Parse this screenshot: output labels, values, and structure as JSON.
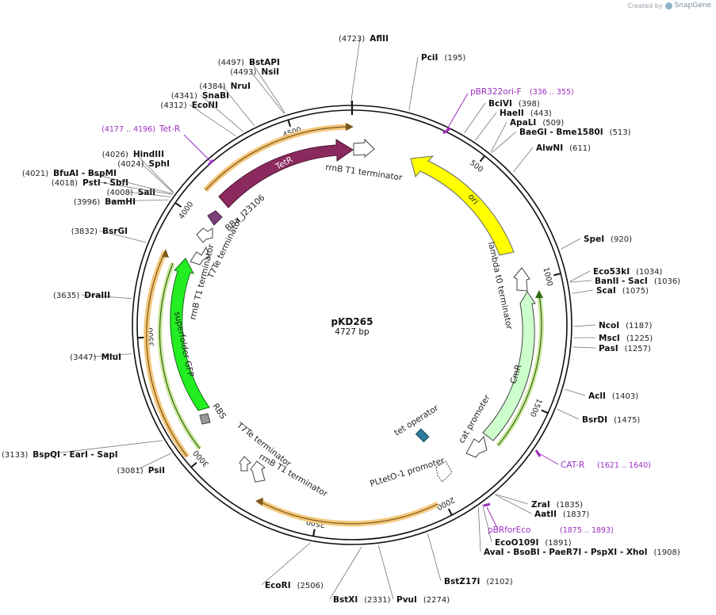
{
  "credit": {
    "prefix": "Created by",
    "brand": "SnapGene"
  },
  "plasmid": {
    "name": "pKD265",
    "length_label": "4727 bp",
    "length": 4727
  },
  "ticks": [
    "500",
    "1000",
    "1500",
    "2000",
    "2500",
    "3000",
    "3500",
    "4000",
    "4500"
  ],
  "sites": [
    {
      "name": "AflII",
      "pos": "(4723)",
      "bp": 4723
    },
    {
      "name": "PciI",
      "pos": "(195)",
      "bp": 195
    },
    {
      "name": "BciVI",
      "pos": "(398)",
      "bp": 398
    },
    {
      "name": "HaeII",
      "pos": "(443)",
      "bp": 443
    },
    {
      "name": "ApaLI",
      "pos": "(509)",
      "bp": 509
    },
    {
      "name": "BaeGI - Bme1580I",
      "pos": "(513)",
      "bp": 513
    },
    {
      "name": "AlwNI",
      "pos": "(611)",
      "bp": 611
    },
    {
      "name": "SpeI",
      "pos": "(920)",
      "bp": 920
    },
    {
      "name": "Eco53kI",
      "pos": "(1034)",
      "bp": 1034
    },
    {
      "name": "BanII - SacI",
      "pos": "(1036)",
      "bp": 1036
    },
    {
      "name": "ScaI",
      "pos": "(1075)",
      "bp": 1075
    },
    {
      "name": "NcoI",
      "pos": "(1187)",
      "bp": 1187
    },
    {
      "name": "MscI",
      "pos": "(1225)",
      "bp": 1225
    },
    {
      "name": "PasI",
      "pos": "(1257)",
      "bp": 1257
    },
    {
      "name": "AclI",
      "pos": "(1403)",
      "bp": 1403
    },
    {
      "name": "BsrDI",
      "pos": "(1475)",
      "bp": 1475
    },
    {
      "name": "ZraI",
      "pos": "(1835)",
      "bp": 1835
    },
    {
      "name": "AatII",
      "pos": "(1837)",
      "bp": 1837
    },
    {
      "name": "EcoO109I",
      "pos": "(1891)",
      "bp": 1891
    },
    {
      "name": "AvaI - BsoBI - PaeR7I - PspXI - XhoI",
      "pos": "(1908)",
      "bp": 1908
    },
    {
      "name": "BstZ17I",
      "pos": "(2102)",
      "bp": 2102
    },
    {
      "name": "PvuI",
      "pos": "(2274)",
      "bp": 2274
    },
    {
      "name": "BstXI",
      "pos": "(2331)",
      "bp": 2331
    },
    {
      "name": "EcoRI",
      "pos": "(2506)",
      "bp": 2506
    },
    {
      "name": "PsiI",
      "pos": "(3081)",
      "bp": 3081
    },
    {
      "name": "BspQI - EarI - SapI",
      "pos": "(3133)",
      "bp": 3133
    },
    {
      "name": "MluI",
      "pos": "(3447)",
      "bp": 3447
    },
    {
      "name": "DraIII",
      "pos": "(3635)",
      "bp": 3635
    },
    {
      "name": "BsrGI",
      "pos": "(3832)",
      "bp": 3832
    },
    {
      "name": "BamHI",
      "pos": "(3996)",
      "bp": 3996
    },
    {
      "name": "SalI",
      "pos": "(4008)",
      "bp": 4008
    },
    {
      "name": "PstI - SbfI",
      "pos": "(4018)",
      "bp": 4018
    },
    {
      "name": "BfuAI - BspMI",
      "pos": "(4021)",
      "bp": 4021
    },
    {
      "name": "SphI",
      "pos": "(4024)",
      "bp": 4024
    },
    {
      "name": "HindIII",
      "pos": "(4026)",
      "bp": 4026
    },
    {
      "name": "EcoNI",
      "pos": "(4312)",
      "bp": 4312
    },
    {
      "name": "SnaBI",
      "pos": "(4341)",
      "bp": 4341
    },
    {
      "name": "NruI",
      "pos": "(4384)",
      "bp": 4384
    },
    {
      "name": "NsiI",
      "pos": "(4493)",
      "bp": 4493
    },
    {
      "name": "BstAPI",
      "pos": "(4497)",
      "bp": 4497
    }
  ],
  "primers": [
    {
      "name": "pBR322ori-F",
      "range": "(336 .. 355)"
    },
    {
      "name": "CAT-R",
      "range": "(1621 .. 1640)"
    },
    {
      "name": "pBRforEco",
      "range": "(1875 .. 1893)"
    },
    {
      "name": "Tet-R",
      "range": "(4177 .. 4196)"
    }
  ],
  "features": [
    {
      "name": "TetR",
      "color": "#8b2a5e"
    },
    {
      "name": "rrnB T1 terminator",
      "color": "#ffffff"
    },
    {
      "name": "ori",
      "color": "#ffff00"
    },
    {
      "name": "lambda t0 terminator",
      "color": "#ffffff"
    },
    {
      "name": "CmR",
      "color": "#ccffcc"
    },
    {
      "name": "cat promoter",
      "color": "#ffffff"
    },
    {
      "name": "tet operator",
      "color": "#2e7d9a"
    },
    {
      "name": "PLtetO-1 promoter",
      "color": "#ffffff"
    },
    {
      "name": "rrnB T1 terminator",
      "color": "#ffffff"
    },
    {
      "name": "T7Te terminator",
      "color": "#ffffff"
    },
    {
      "name": "RBS",
      "color": "#999999"
    },
    {
      "name": "superfolder GFP",
      "color": "#22ee22"
    },
    {
      "name": "rrnB T1 terminator",
      "color": "#ffffff"
    },
    {
      "name": "T7Te terminator",
      "color": "#ffffff"
    },
    {
      "name": "BBa_J23106",
      "color": "#7b3f7b"
    }
  ],
  "colors": {
    "primer": "#9b2fc0",
    "backbone": "#111111",
    "orf_halo": "#f5c77a"
  }
}
